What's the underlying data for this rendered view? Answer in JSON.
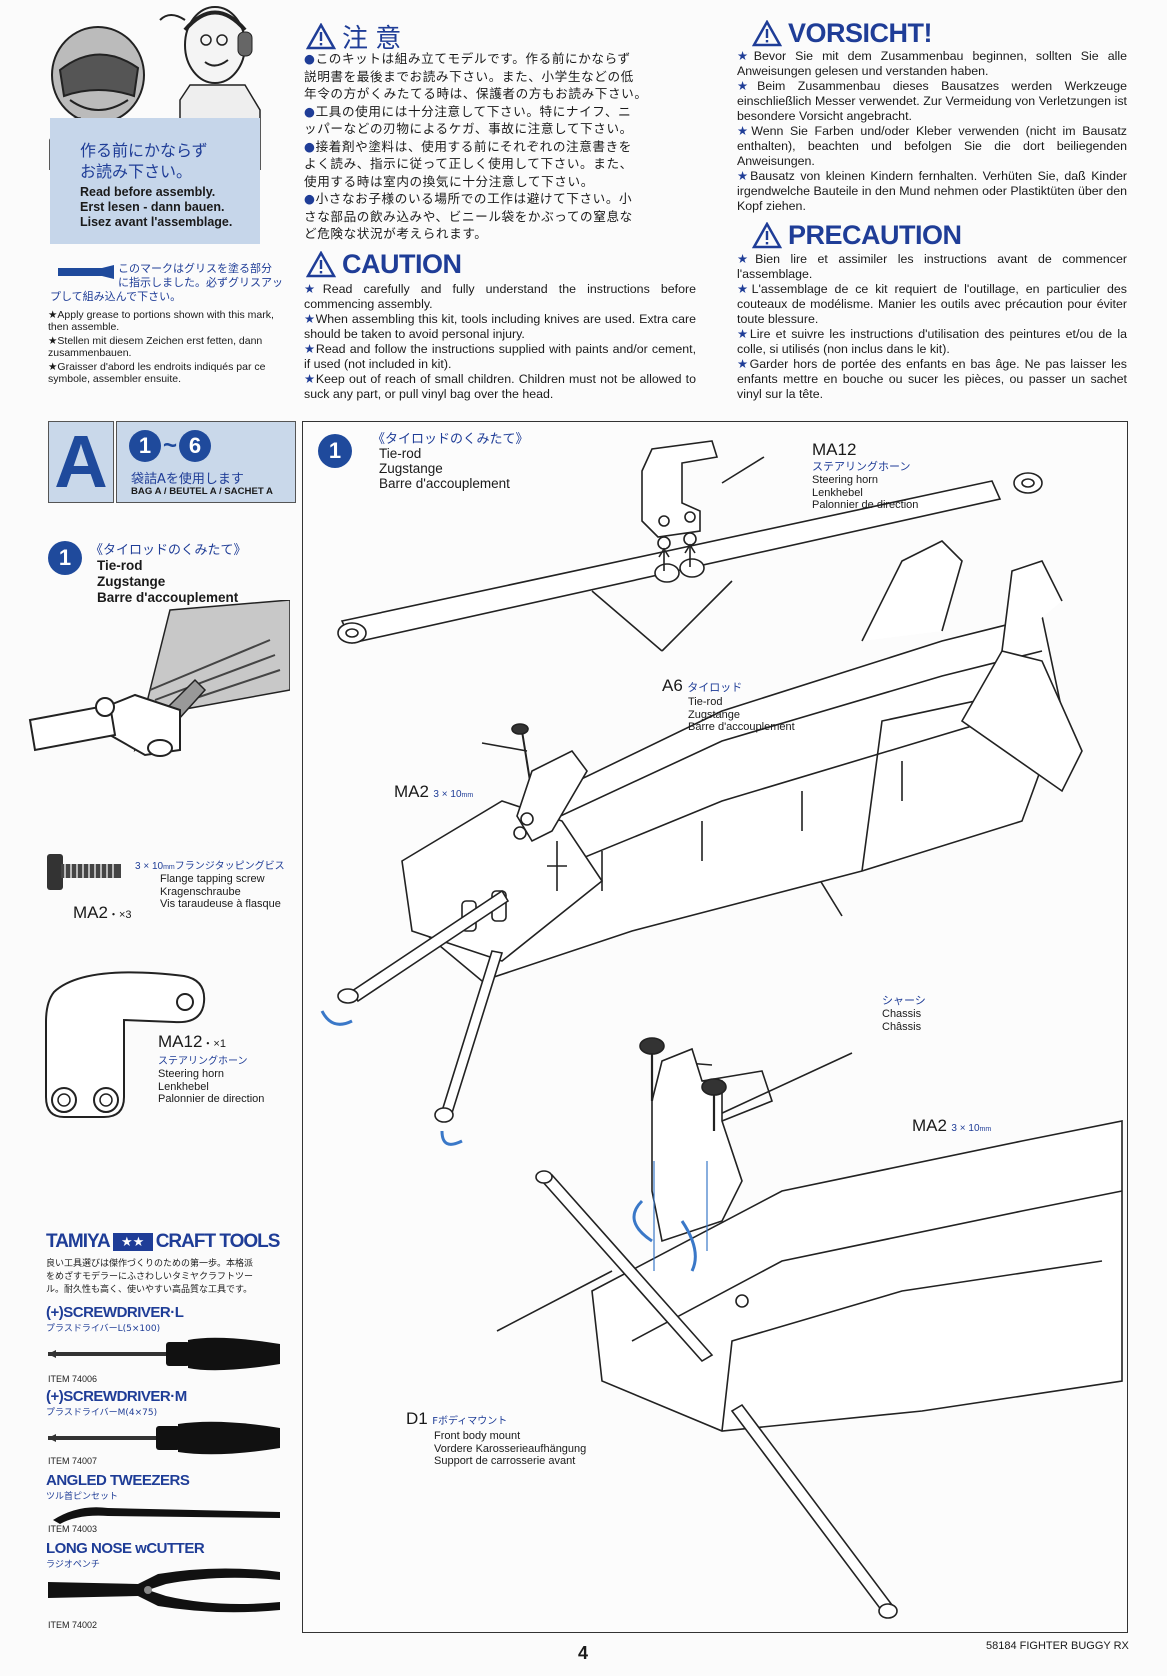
{
  "header_left": {
    "note_jp_line1": "作る前にかならず",
    "note_jp_line2": "お読み下さい。",
    "note_en": "Read before assembly.",
    "note_de": "Erst lesen - dann bauen.",
    "note_fr": "Lisez avant l'assemblage."
  },
  "grease": {
    "jp_line1": "このマークはグリスを塗る部分",
    "jp_line2": "に指示しました。必ずグリスアッ",
    "jp_line3": "プして組み込んで下さい。",
    "en": "★Apply grease to portions shown with this mark, then assemble.",
    "de": "★Stellen mit diesem Zeichen erst fetten, dann zusammenbauen.",
    "fr": "★Graisser d'abord les endroits indiqués par ce symbole, assembler ensuite."
  },
  "chui": {
    "title": "注 意",
    "lines": [
      "●このキットは組み立てモデルです。作る前にかならず",
      "説明書を最後までお読み下さい。また、小学生などの低",
      "年令の方がくみたてる時は、保護者の方もお読み下さい。",
      "●工具の使用には十分注意して下さい。特にナイフ、ニ",
      "ッパーなどの刃物によるケガ、事故に注意して下さい。",
      "●接着剤や塗料は、使用する前にそれぞれの注意書きを",
      "よく読み、指示に従って正しく使用して下さい。また、",
      "使用する時は室内の換気に十分注意して下さい。",
      "●小さなお子様のいる場所での工作は避けて下さい。小",
      "さな部品の飲み込みや、ビニール袋をかぶっての窒息な",
      "ど危険な状況が考えられます。"
    ]
  },
  "caution": {
    "title": "CAUTION",
    "items": [
      "★Read carefully and fully understand the instructions before commencing assembly.",
      "★When assembling this kit, tools including knives are used. Extra care should be taken to avoid personal injury.",
      "★Read and follow the instructions supplied with paints and/or cement, if used (not included in kit).",
      "★Keep out of reach of small children. Children must not be allowed to suck any part, or pull vinyl bag over the head."
    ]
  },
  "vorsicht": {
    "title": "VORSICHT!",
    "items": [
      "★Bevor Sie mit dem Zusammenbau beginnen, sollten Sie alle Anweisungen gelesen und verstanden haben.",
      "★Beim Zusammenbau dieses Bausatzes werden Werkzeuge einschließlich Messer verwendet. Zur Vermeidung von Verletzungen ist besondere Vorsicht angebracht.",
      "★Wenn Sie Farben und/oder Kleber verwenden (nicht im Bausatz enthalten), beachten und befolgen Sie die dort beiliegenden Anweisungen.",
      "★Bausatz von kleinen Kindern fernhalten. Verhüten Sie, daß Kinder irgendwelche Bauteile in den Mund nehmen oder Plastiktüten über den Kopf ziehen."
    ]
  },
  "precaution": {
    "title": "PRECAUTION",
    "items": [
      "★Bien lire et assimiler les instructions avant de commencer l'assemblage.",
      "★L'assemblage de ce kit requiert de l'outillage, en particulier des couteaux de modélisme. Manier les outils avec précaution pour éviter toute blessure.",
      "★Lire et suivre les instructions d'utilisation des peintures et/ou de la colle, si utilisés (non inclus dans le kit).",
      "★Garder hors de portée des enfants en bas âge. Ne pas laisser les enfants mettre en bouche ou sucer les pièces, ou passer un sachet vinyl sur la tête."
    ]
  },
  "section": {
    "letter": "A",
    "range_from": "1",
    "range_sep": "~",
    "range_to": "6",
    "bag_jp": "袋詰Aを使用します",
    "bag_label": "BAG A / BEUTEL A / SACHET A"
  },
  "step1_left": {
    "num": "1",
    "jp": "《タイロッドのくみたて》",
    "en": "Tie-rod",
    "de": "Zugstange",
    "fr": "Barre d'accouplement"
  },
  "screw": {
    "size": "3 × 10",
    "unit": "mm",
    "jp": "フランジタッピングビス",
    "en": "Flange tapping screw",
    "de": "Kragenschraube",
    "fr": "Vis taraudeuse à flasque",
    "code": "MA2",
    "qty": "・×3"
  },
  "horn": {
    "code": "MA12",
    "qty": "・×1",
    "jp": "ステアリングホーン",
    "en": "Steering horn",
    "de": "Lenkhebel",
    "fr": "Palonnier de direction"
  },
  "tools": {
    "brand_a": "TAMIYA",
    "brand_b": "CRAFT TOOLS",
    "desc": [
      "良い工具選びは傑作づくりのための第一歩。本格派",
      "をめざすモデラーにふさわしいタミヤクラフトツー",
      "ル。耐久性も高く、使いやすい高品質な工具です。"
    ],
    "list": [
      {
        "name": "(+)SCREWDRIVER·L",
        "jp": "プラスドライバーL(5×100)",
        "item": "ITEM 74006"
      },
      {
        "name": "(+)SCREWDRIVER·M",
        "jp": "プラスドライバーM(4×75)",
        "item": "ITEM 74007"
      },
      {
        "name": "ANGLED TWEEZERS",
        "jp": "ツル首ピンセット",
        "item": "ITEM 74003"
      },
      {
        "name": "LONG NOSE wCUTTER",
        "jp": "ラジオペンチ",
        "item": "ITEM 74002"
      }
    ]
  },
  "diagram": {
    "step_num": "1",
    "step_jp": "《タイロッドのくみたて》",
    "step_en": "Tie-rod",
    "step_de": "Zugstange",
    "step_fr": "Barre d'accouplement",
    "ma12_code": "MA12",
    "ma12_jp": "ステアリングホーン",
    "ma12_en": "Steering horn",
    "ma12_de": "Lenkhebel",
    "ma12_fr": "Palonnier de direction",
    "a6_code": "A6",
    "a6_jp": "タイロッド",
    "a6_en": "Tie-rod",
    "a6_de": "Zugstange",
    "a6_fr": "Barre d'accouplement",
    "ma2_code": "MA2",
    "ma2_size": "3 × 10",
    "ma2_unit": "mm",
    "chassis_jp": "シャーシ",
    "chassis_en": "Chassis",
    "chassis_fr": "Châssis",
    "ma2b_code": "MA2",
    "ma2b_size": "3 × 10",
    "ma2b_unit": "mm",
    "d1_code": "D1",
    "d1_jp": "Fボディマウント",
    "d1_en": "Front body mount",
    "d1_de": "Vordere Karosserieaufhängung",
    "d1_fr": "Support de carrosserie avant"
  },
  "footer": {
    "page": "4",
    "model": "58184 FIGHTER BUGGY RX"
  },
  "colors": {
    "accent": "#1f3d97",
    "box_fill": "#c9d8ea"
  }
}
